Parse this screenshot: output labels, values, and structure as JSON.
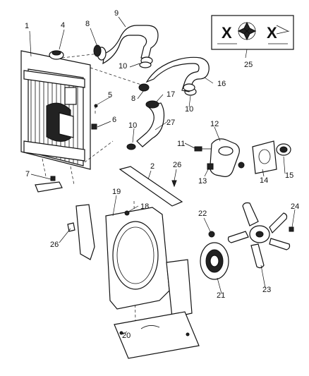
{
  "diagram": {
    "callouts": {
      "c1": "1",
      "c2": "2",
      "c4": "4",
      "c5": "5",
      "c6": "6",
      "c7": "7",
      "c8a": "8",
      "c8b": "8",
      "c9": "9",
      "c10a": "10",
      "c10b": "10",
      "c10c": "10",
      "c11": "11",
      "c12": "12",
      "c13": "13",
      "c14": "14",
      "c15": "15",
      "c16": "16",
      "c17": "17",
      "c18": "18",
      "c19": "19",
      "c20": "20",
      "c21": "21",
      "c22": "22",
      "c23": "23",
      "c24": "24",
      "c25": "25",
      "c26a": "26",
      "c26b": "26",
      "c27": "27"
    }
  }
}
